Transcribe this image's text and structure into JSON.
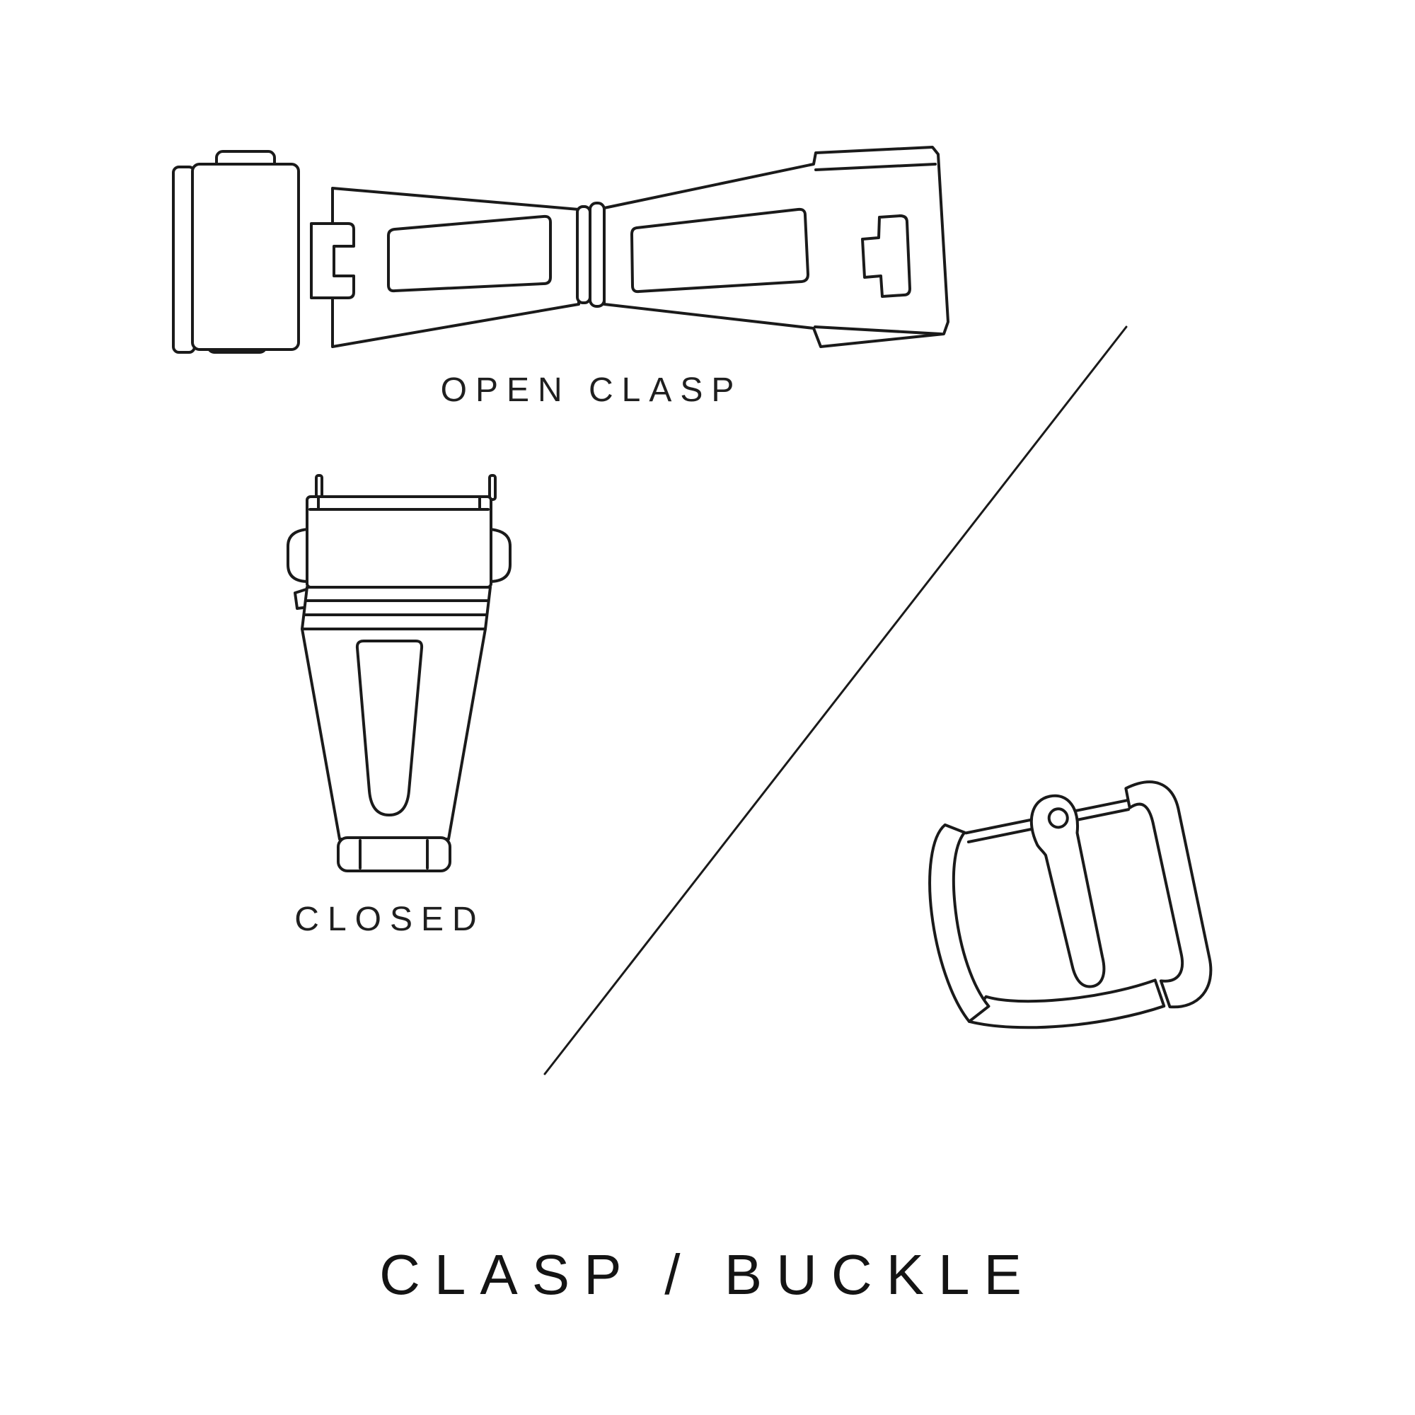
{
  "colors": {
    "ink": "#1a1a1a",
    "background": "#ffffff"
  },
  "captions": {
    "open_clasp": "OPEN CLASP",
    "closed_clasp": "CLOSED"
  },
  "title": "CLASP / BUCKLE",
  "figures": [
    {
      "name": "open-clasp-illustration",
      "description_label": "OPEN CLASP"
    },
    {
      "name": "closed-clasp-illustration",
      "description_label": "CLOSED"
    },
    {
      "name": "buckle-illustration"
    }
  ]
}
